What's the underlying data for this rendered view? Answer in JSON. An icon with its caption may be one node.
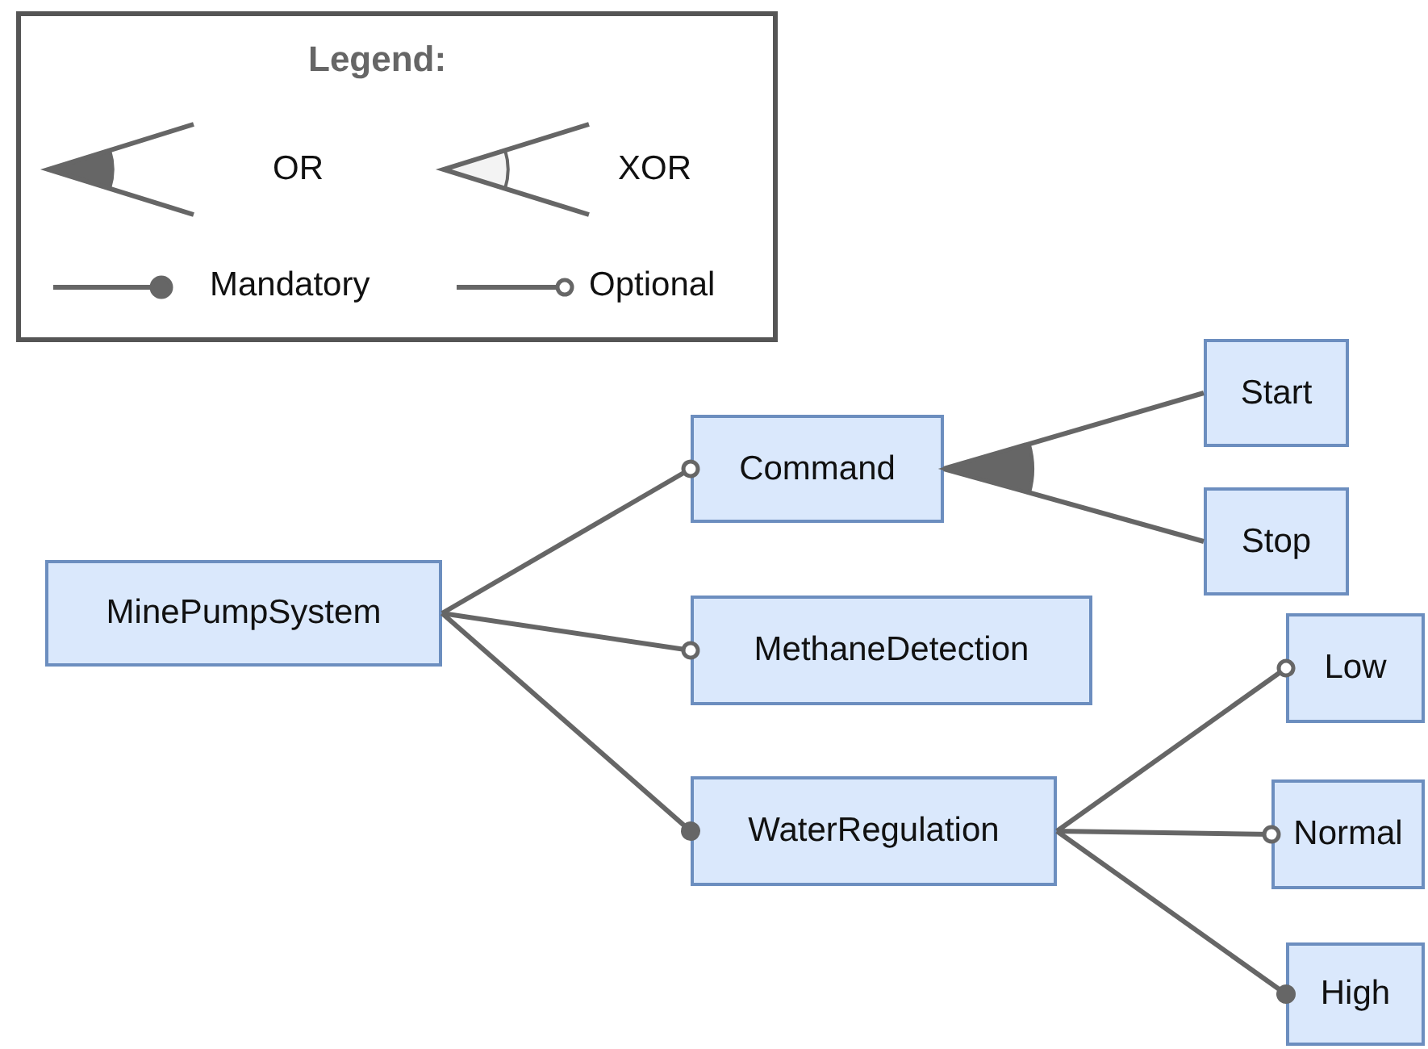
{
  "diagram": {
    "nodes": [
      {
        "text": [
          "MinePumpSystem"
        ]
      },
      {
        "text": [
          "Command"
        ]
      },
      {
        "text": [
          "MethaneDetection"
        ]
      },
      {
        "text": [
          "WaterRegulation"
        ]
      },
      {
        "text": [
          "Start"
        ]
      },
      {
        "text": [
          "Stop"
        ]
      },
      {
        "text": [
          "Low"
        ]
      },
      {
        "text": [
          "Normal"
        ]
      },
      {
        "text": [
          "High"
        ]
      }
    ],
    "edges": [
      {
        "from": 0,
        "to": 1,
        "arrow": "other"
      },
      {
        "from": 0,
        "to": 2,
        "arrow": "other"
      },
      {
        "from": 0,
        "to": 3,
        "arrow": "other"
      },
      {
        "from": 4,
        "to": 1,
        "arrow": "to"
      },
      {
        "from": 5,
        "to": 1,
        "arrow": "to"
      },
      {
        "from": 3,
        "to": 6,
        "arrow": "other"
      },
      {
        "from": 3,
        "to": 7,
        "arrow": "other"
      },
      {
        "from": 3,
        "to": 8,
        "arrow": "other"
      }
    ],
    "labels": [
      "Legend:"
    ],
    "legend": [
      {
        "text": "OR"
      },
      {
        "text": "XOR"
      },
      {
        "text": "Mandatory"
      },
      {
        "text": "Optional"
      }
    ]
  }
}
